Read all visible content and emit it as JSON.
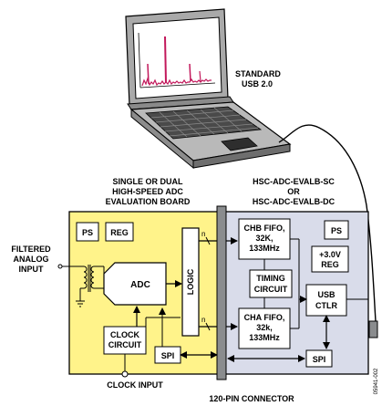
{
  "colors": {
    "eval_board_fill": "#FFF38A",
    "capture_board_fill": "#D9DCEA",
    "connector_fill": "#8A8C8E",
    "outline": "#000000",
    "screen_fill": "#FFFFFF",
    "spectrum_color": "#C2185B",
    "laptop_body": "#B9B9B9",
    "laptop_dark": "#6E6E6E"
  },
  "laptop": {
    "label_line1": "STANDARD",
    "label_line2": "USB 2.0",
    "icon": "laptop-icon"
  },
  "eval_board": {
    "title_line1": "SINGLE OR DUAL",
    "title_line2": "HIGH-SPEED ADC",
    "title_line3": "EVALUATION BOARD",
    "ps": "PS",
    "reg": "REG",
    "adc": "ADC",
    "logic": "LOGIC",
    "clock_circuit_line1": "CLOCK",
    "clock_circuit_line2": "CIRCUIT",
    "spi": "SPI",
    "bus_width_top": "n",
    "bus_width_bottom": "n"
  },
  "inputs": {
    "filtered_line1": "FILTERED",
    "filtered_line2": "ANALOG",
    "filtered_line3": "INPUT",
    "clock_input": "CLOCK INPUT"
  },
  "capture_board": {
    "title_line1": "HSC-ADC-EVALB-SC",
    "title_line2": "OR",
    "title_line3": "HSC-ADC-EVALB-DC",
    "chb_fifo_line1": "CHB FIFO,",
    "chb_fifo_line2": "32K,",
    "chb_fifo_line3": "133MHz",
    "cha_fifo_line1": "CHA FIFO,",
    "cha_fifo_line2": "32k,",
    "cha_fifo_line3": "133MHz",
    "timing_line1": "TIMING",
    "timing_line2": "CIRCUIT",
    "ps": "PS",
    "reg_line1": "+3.0V",
    "reg_line2": "REG",
    "usb_line1": "USB",
    "usb_line2": "CTLR",
    "spi": "SPI"
  },
  "connector": {
    "label": "120-PIN CONNECTOR"
  },
  "figure_id": "05941-002"
}
